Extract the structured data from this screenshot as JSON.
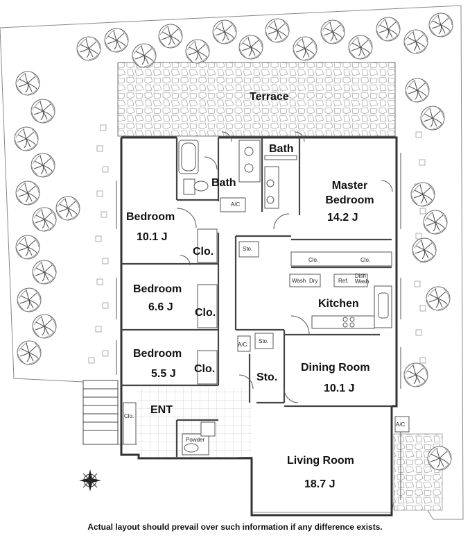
{
  "rooms": {
    "terrace": "Terrace",
    "bath_upper": "Bath",
    "bath_lower": "Bath",
    "master_bedroom": "Master\nBedroom",
    "master_bedroom_size": "14.2 J",
    "bedroom_1": "Bedroom",
    "bedroom_1_size": "10.1 J",
    "bedroom_2": "Bedroom",
    "bedroom_2_size": "6.6 J",
    "bedroom_3": "Bedroom",
    "bedroom_3_size": "5.5 J",
    "closet_1": "Clo.",
    "closet_2": "Clo.",
    "closet_3": "Clo.",
    "kitchen": "Kitchen",
    "dining_room": "Dining Room",
    "dining_room_size": "10.1 J",
    "living_room": "Living Room",
    "living_room_size": "18.7 J",
    "storage": "Sto.",
    "entrance": "ENT"
  },
  "fixtures": {
    "ac_1": "A/C",
    "ac_2": "A/C",
    "ac_3": "A/C",
    "sto_small_1": "Sto.",
    "sto_small_2": "Sto.",
    "clo_small_1": "Clo.",
    "clo_small_2": "Clo.",
    "clo_small_3": "Clo.",
    "washer": "Wash",
    "dryer": "Dry",
    "refrigerator": "Ref.",
    "dishwasher": "Dish\nWash",
    "powder": "Powder"
  },
  "icons": {
    "compass": "compass-rose-icon",
    "tree": "tree-icon"
  },
  "footer": {
    "disclaimer": "Actual layout should prevail over such information if any difference exists."
  }
}
